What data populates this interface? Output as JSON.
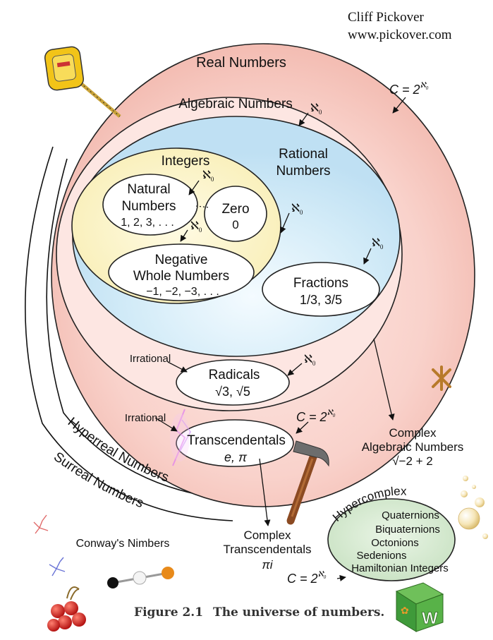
{
  "author": {
    "name": "Cliff Pickover",
    "website": "www.pickover.com"
  },
  "caption": {
    "figure": "Figure 2.1",
    "text": "The universe of numbers."
  },
  "sets": {
    "real": "Real Numbers",
    "algebraic": "Algebraic Numbers",
    "rational_line1": "Rational",
    "rational_line2": "Numbers",
    "integers": "Integers",
    "natural_line1": "Natural",
    "natural_line2": "Numbers",
    "natural_examples": "1, 2, 3, . . .",
    "zero": "Zero",
    "zero_value": "0",
    "negative_line1": "Negative",
    "negative_line2": "Whole Numbers",
    "negative_examples": "−1, −2, −3, . . .",
    "fractions": "Fractions",
    "fractions_examples": "1/3, 3/5",
    "irrational_1": "Irrational",
    "radicals": "Radicals",
    "radicals_examples": "√3, √5",
    "irrational_2": "Irrational",
    "transcendentals": "Transcendentals",
    "transcendentals_examples": "e, π",
    "complex_algebraic_line1": "Complex",
    "complex_algebraic_line2": "Algebraic Numbers",
    "complex_algebraic_example": "√−2 + 2",
    "complex_transcendental_line1": "Complex",
    "complex_transcendental_line2": "Transcendentals",
    "complex_transcendental_example": "πi",
    "hyperreal": "Hyperreal Numbers",
    "surreal": "Surreal Numbers",
    "conway": "Conway's Nimbers",
    "hypercomplex": "Hypercomplex",
    "quaternions": "Quaternions",
    "biquaternions": "Biquaternions",
    "octonions": "Octonions",
    "sedenions": "Sedenions",
    "hamiltonian": "Hamiltonian Integers"
  },
  "cardinalities": {
    "c_prefix": "C = 2",
    "aleph": "ℵ",
    "aleph_sub": "0"
  },
  "colors": {
    "real_fill": "#f6c7c0",
    "algebraic_fill": "#fde3df",
    "rational_fill": "#cfe8f7",
    "integers_fill": "#fbf3c4",
    "hypercomplex_fill": "#d6ead2",
    "tape_yellow": "#f2c418",
    "hammer_handle": "#8b4a22"
  },
  "icons": [
    "tape-measure-icon",
    "hammer-icon",
    "jacks-icon",
    "molecule-icon",
    "cherries-icon",
    "letter-block-icon",
    "bubbles-icon",
    "pinwheel-icon"
  ]
}
